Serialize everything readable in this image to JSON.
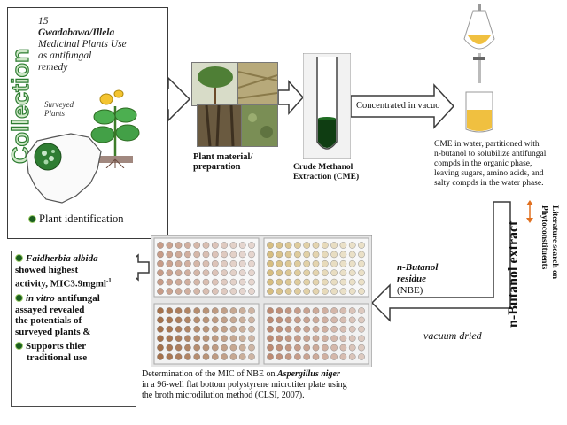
{
  "collection": {
    "title": "Collection",
    "line1": "15",
    "line2": "Gwadabawa/Illela",
    "line3": "Medicinal Plants Use",
    "line4": "as antifungal",
    "line5": "remedy",
    "surveyed_line1": "Surveyed",
    "surveyed_line2": "Plants",
    "plant_identification": "Plant identification"
  },
  "step_plant_material": {
    "line1": "Plant material/",
    "line2": "preparation"
  },
  "step_extraction": {
    "line1": "Crude Methanol",
    "line2": "Extraction (CME)"
  },
  "step_concentrate": {
    "label": "Concentrated in vacuo"
  },
  "step_partition": {
    "line1": "CME in water, partitioned with",
    "line2": "n-butanol to solubilize antifungal",
    "line3": "compds in the organic phase,",
    "line4": "leaving sugars, amino acids, and",
    "line5": "salty compds in the water phase."
  },
  "nbutanol_extract": {
    "label": "n-Butanol extract"
  },
  "literature": {
    "line1": "Literature search on",
    "line2": "Phytoconstituents"
  },
  "nbe": {
    "line1": "n-Butanol",
    "line2": "residue",
    "line3": "(NBE)"
  },
  "vacuum": {
    "label": "vacuum dried"
  },
  "mic": {
    "line1_pre": "Determination of the MIC of NBE on ",
    "line1_species": "Aspergillus niger",
    "line2": "in a 96-well flat bottom polystyrene microtiter plate using",
    "line3": "the broth microdilution method (CLSI, 2007)."
  },
  "results": {
    "r1_species": "Faidherbia albida",
    "r1_line2": "showed highest",
    "r1_line3": "activity, MIC3.9mgml",
    "r1_sup": "-1",
    "r2_pre": "in vitro",
    "r2_line1_post": " antifungal",
    "r2_line2": "assayed revealed",
    "r2_line3": "the potentials of",
    "r2_line4": "surveyed plants &",
    "r3_line1": "Supports thier",
    "r3_line2": "traditional use"
  },
  "colors": {
    "arrow_outline": "#3a3a3a",
    "collection_green": "#2e7d32",
    "nigeria_green": "#2e7d32",
    "bullet_green": "#1b5e20",
    "extract_dark": "#0f3d12",
    "butanol_yellow": "#f0c040",
    "literature_arrow": "#e07020"
  },
  "icons": [
    "nigeria-map-icon",
    "plant-illustration-icon",
    "test-tube-icon",
    "separatory-funnel-icon",
    "microtiter-plate-icon",
    "bullet-icon"
  ]
}
